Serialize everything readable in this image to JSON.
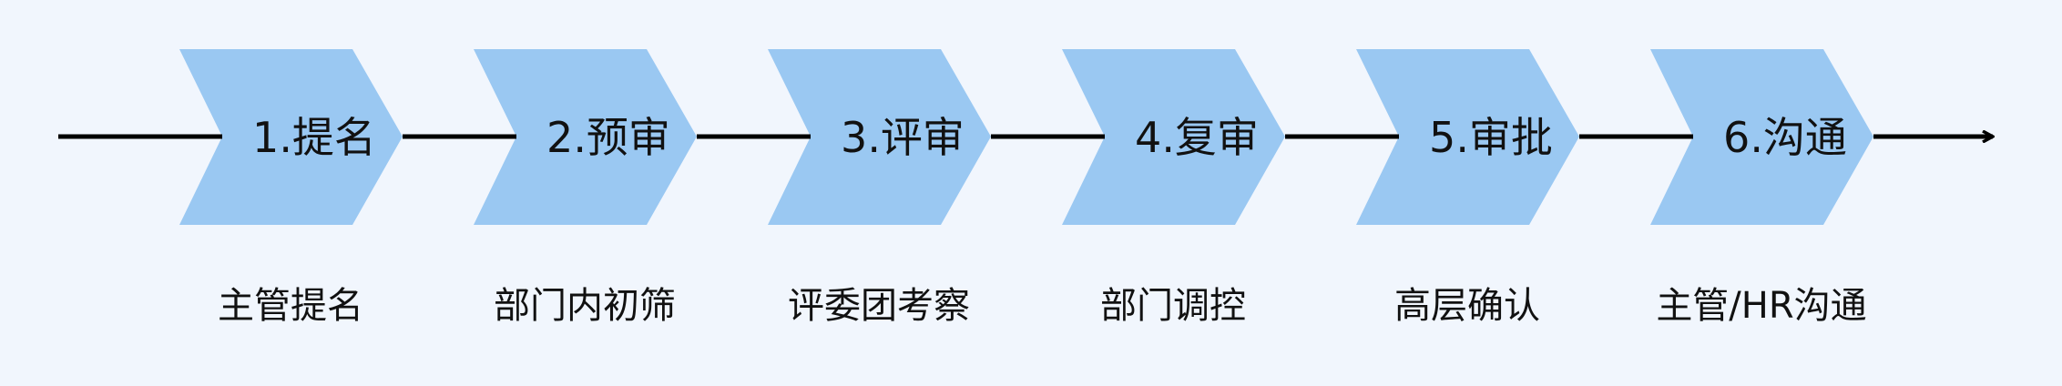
{
  "colors": {
    "background": "#f1f6fd",
    "chevron_fill": "#9ac8f2",
    "line": "#000000",
    "text": "#111111"
  },
  "steps": [
    {
      "label": "1.提名",
      "description": "主管提名"
    },
    {
      "label": "2.预审",
      "description": "部门内初筛"
    },
    {
      "label": "3.评审",
      "description": "评委团考察"
    },
    {
      "label": "4.复审",
      "description": "部门调控"
    },
    {
      "label": "5.审批",
      "description": "高层确认"
    },
    {
      "label": "6.沟通",
      "description": "主管/HR沟通"
    }
  ]
}
